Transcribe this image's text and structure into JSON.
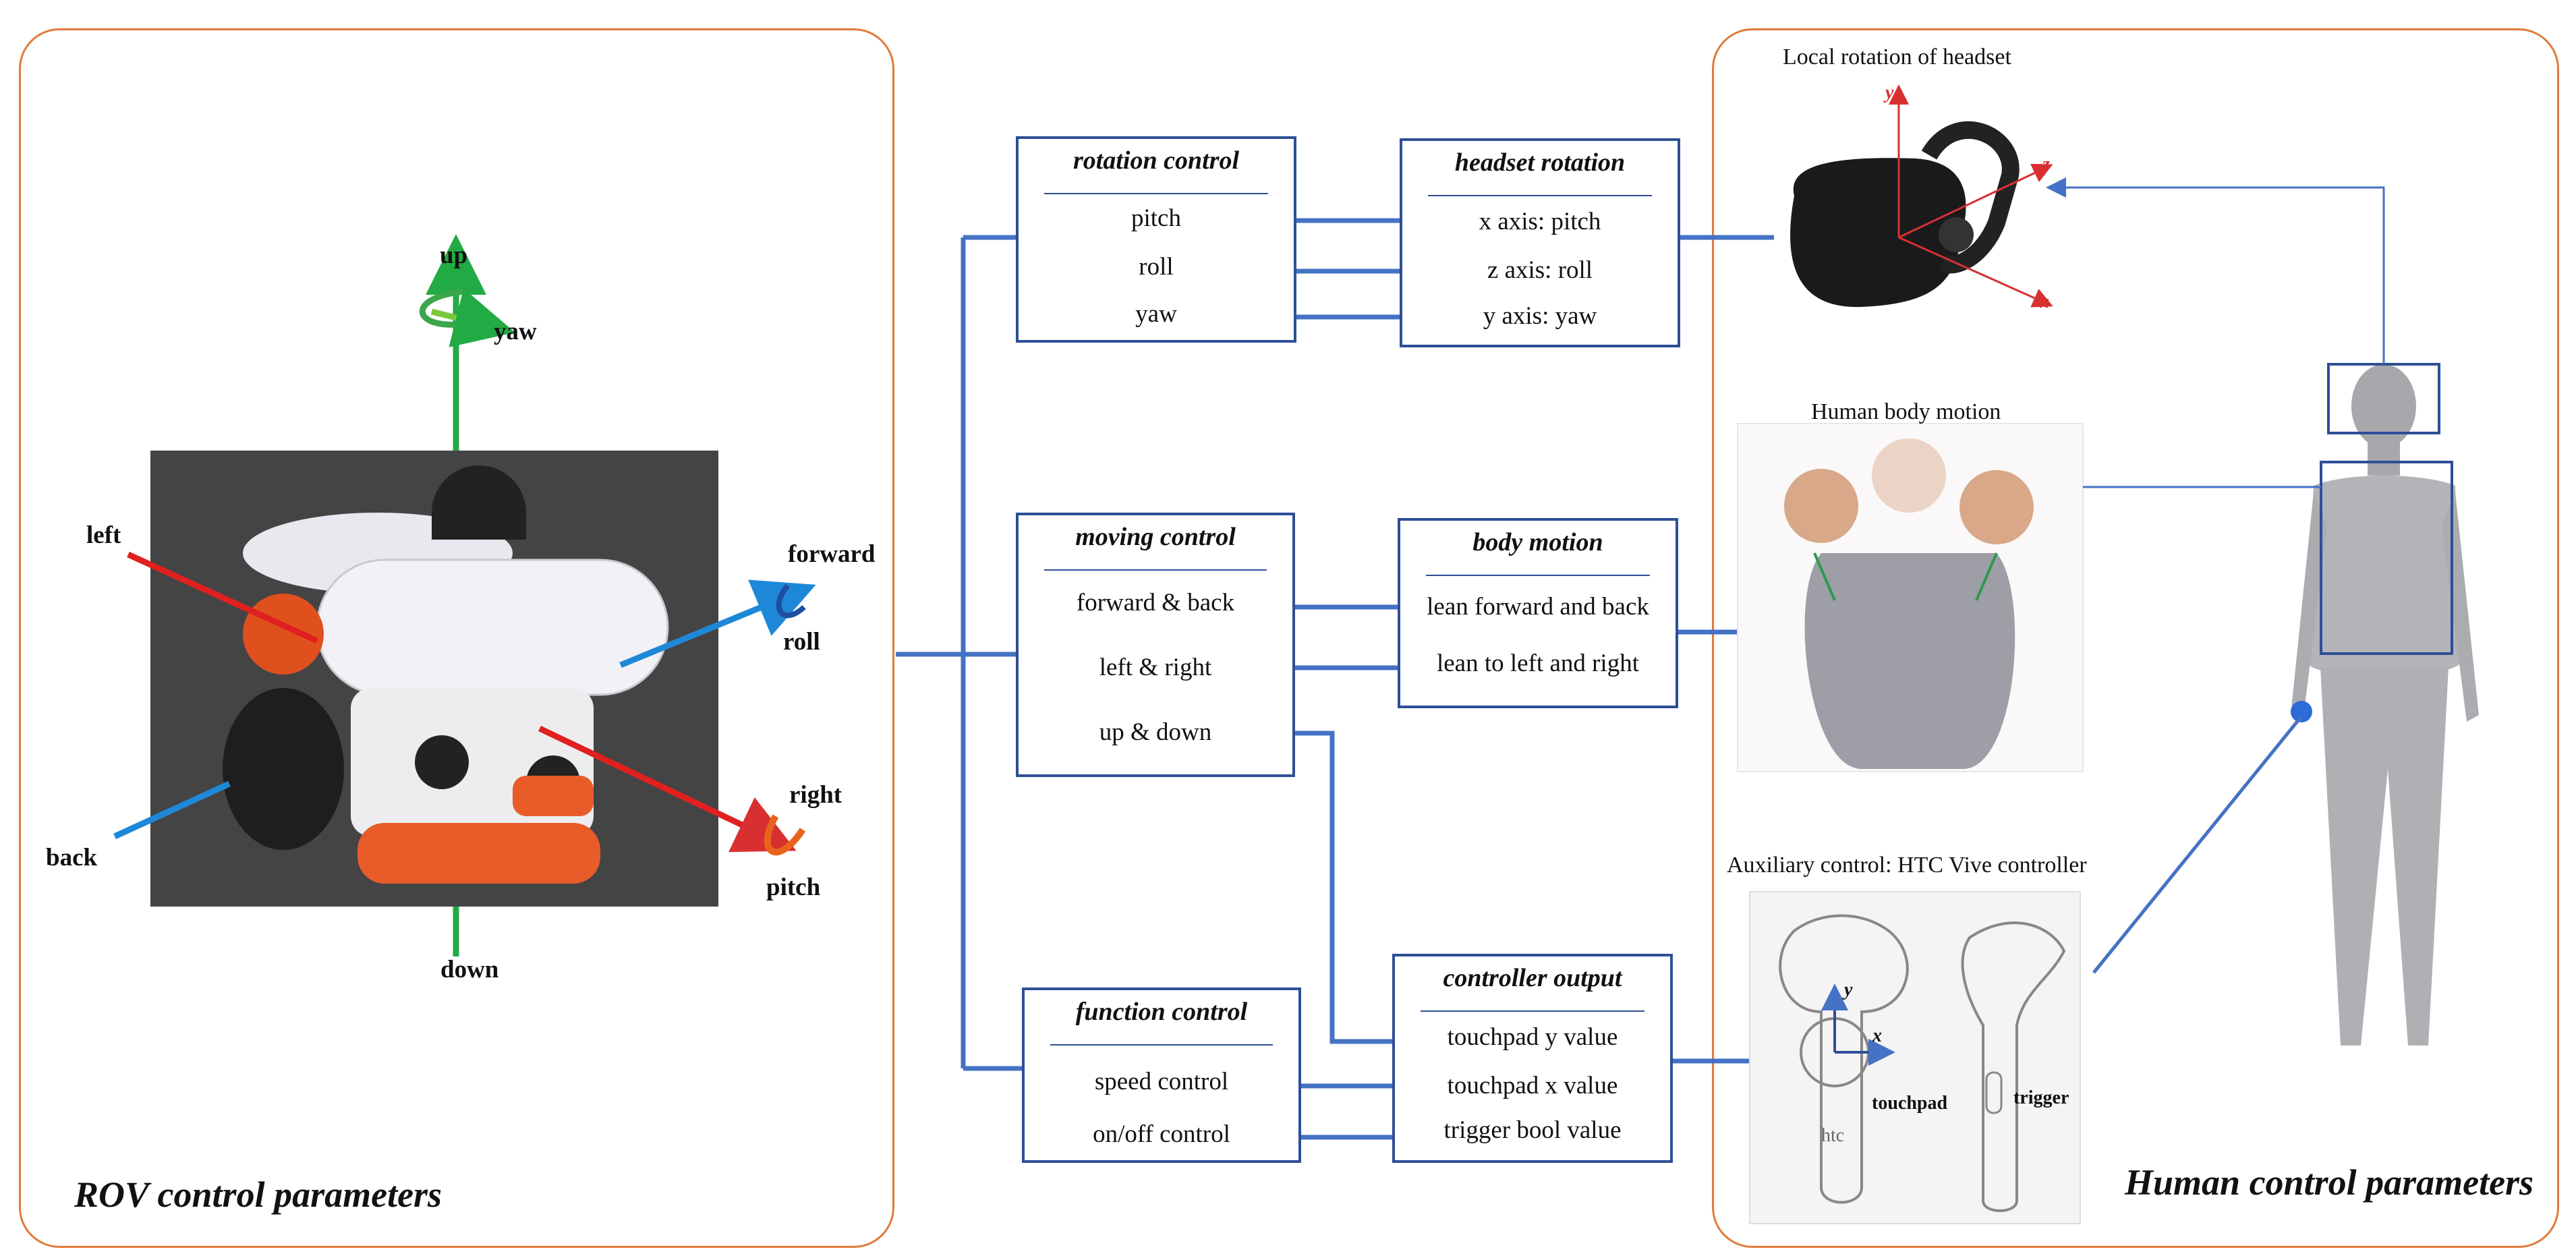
{
  "panels": {
    "rov_title": "ROV control parameters",
    "human_title": "Human control parameters"
  },
  "rov_axes": {
    "up": "up",
    "yaw": "yaw",
    "left": "left",
    "forward": "forward",
    "roll": "roll",
    "back": "back",
    "right": "right",
    "pitch": "pitch",
    "down": "down"
  },
  "rotation_control": {
    "title": "rotation control",
    "items": [
      "pitch",
      "roll",
      "yaw"
    ]
  },
  "moving_control": {
    "title": "moving control",
    "items": [
      "forward & back",
      "left & right",
      "up & down"
    ]
  },
  "function_control": {
    "title": "function control",
    "items": [
      "speed control",
      "on/off control"
    ]
  },
  "headset_rotation": {
    "title": "headset rotation",
    "items": [
      "x axis: pitch",
      "z axis: roll",
      "y axis: yaw"
    ]
  },
  "body_motion": {
    "title": "body motion",
    "items": [
      "lean forward and back",
      "lean to left and right"
    ]
  },
  "controller_output": {
    "title": "controller output",
    "items": [
      "touchpad y value",
      "touchpad x value",
      "trigger bool value"
    ]
  },
  "captions": {
    "headset": "Local rotation of headset",
    "body": "Human body motion",
    "controller": "Auxiliary control: HTC Vive controller"
  },
  "headset_axes": {
    "y": "y",
    "z": "z",
    "x": "x"
  },
  "controller_labels": {
    "touchpad": "touchpad",
    "trigger": "trigger",
    "y": "y",
    "x": "x",
    "brand": "htc"
  },
  "colors": {
    "panel_border": "#E07B39",
    "box_border": "#2E4F96",
    "connector": "#4472C4",
    "axis_green": "#22AA44",
    "axis_red": "#E02020",
    "axis_blue": "#1E88D8",
    "axis_orange": "#E8641E"
  }
}
